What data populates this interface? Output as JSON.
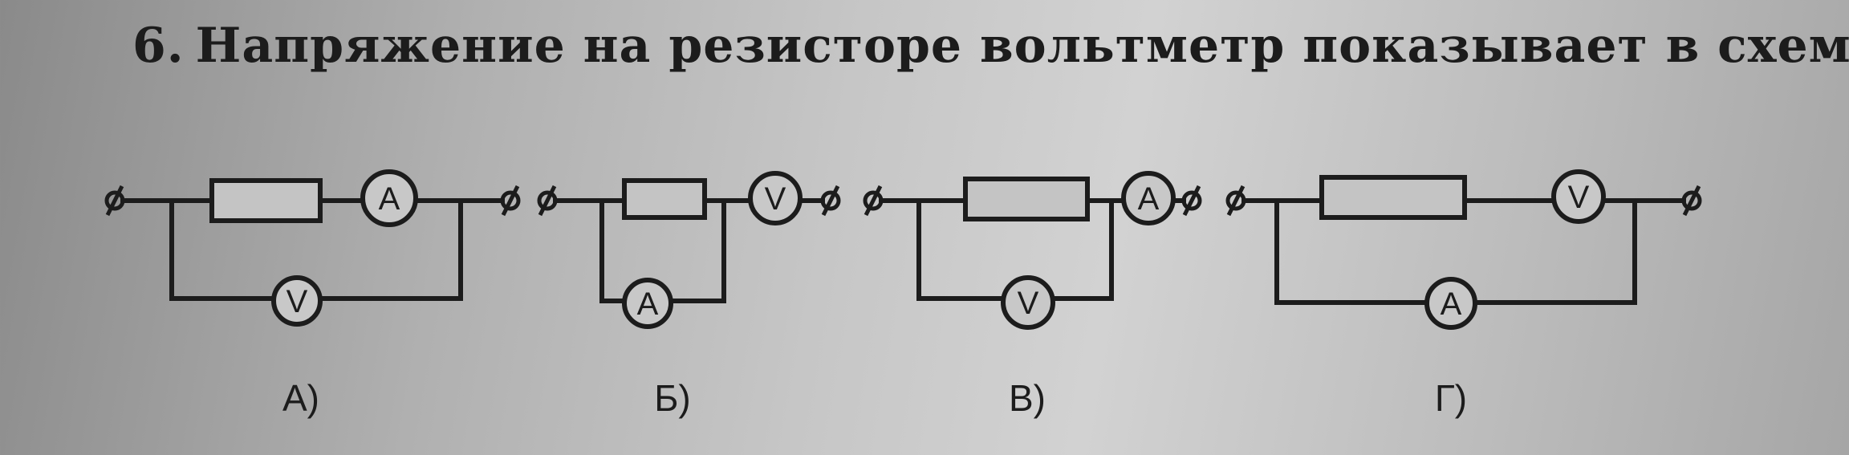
{
  "question": {
    "number": "6.",
    "text": "Напряжение на резисторе вольтметр показывает в схеме"
  },
  "options": [
    {
      "label": "А)",
      "top_meter": "A",
      "bottom_meter": "V"
    },
    {
      "label": "Б)",
      "top_meter": "V",
      "bottom_meter": "A"
    },
    {
      "label": "В)",
      "top_meter": "A",
      "bottom_meter": "V"
    },
    {
      "label": "Г)",
      "top_meter": "V",
      "bottom_meter": "A"
    }
  ]
}
